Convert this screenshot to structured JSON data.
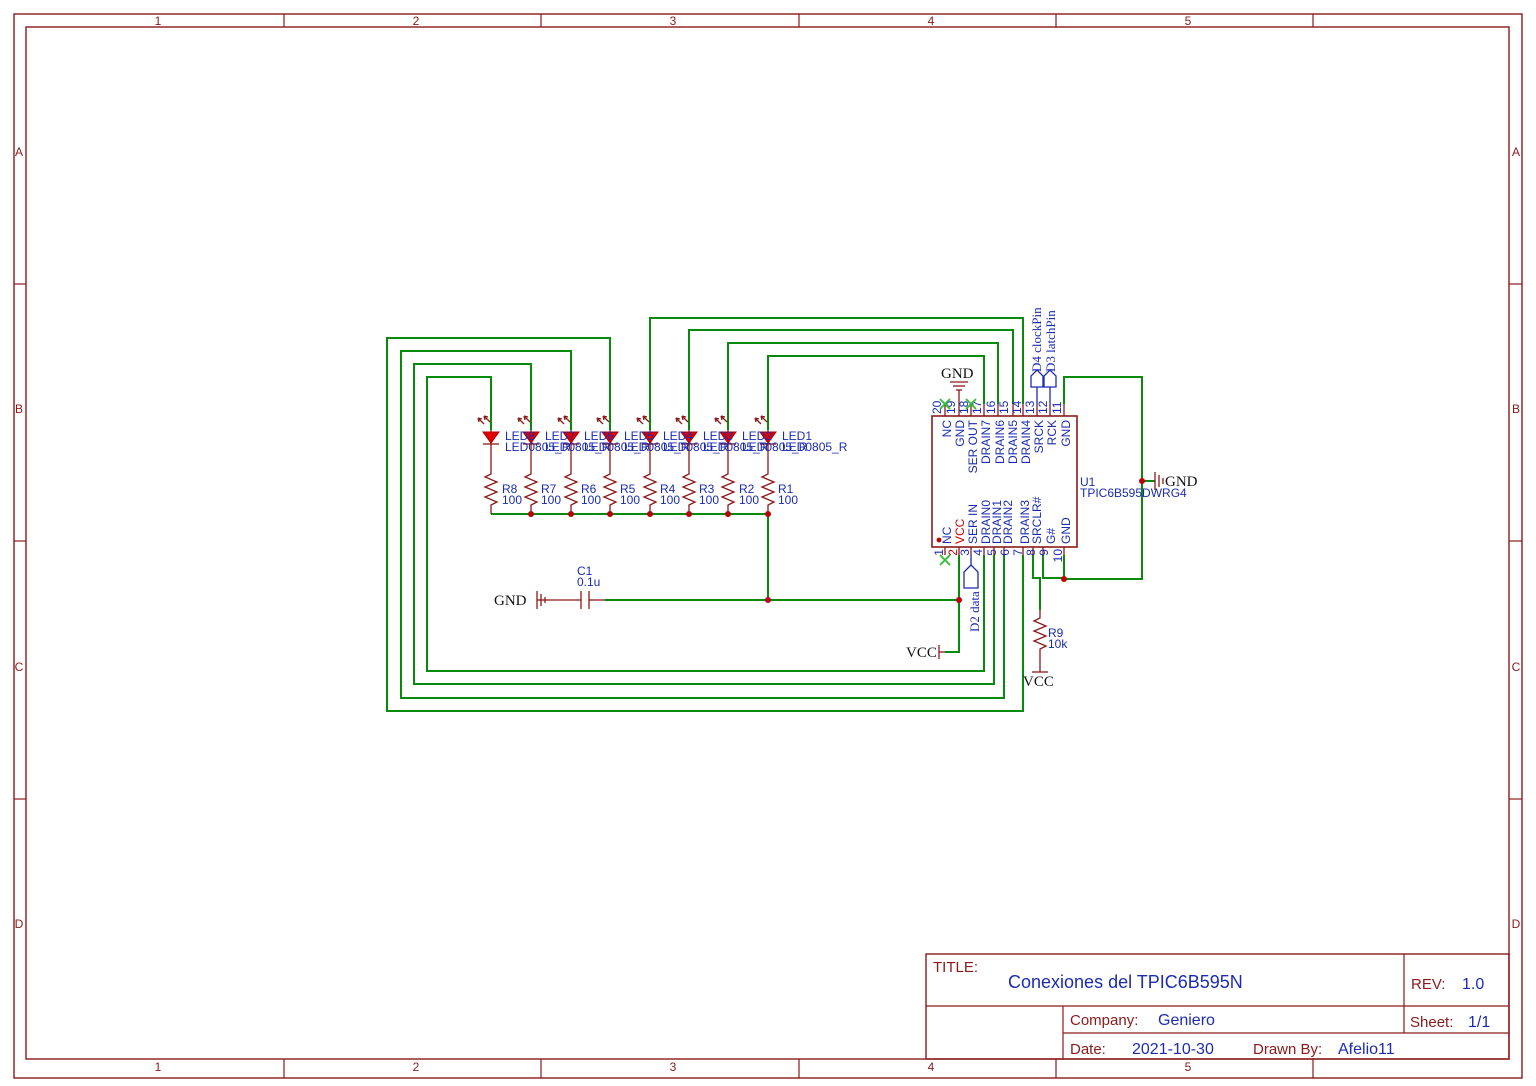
{
  "frame": {
    "columns": [
      "1",
      "2",
      "3",
      "4",
      "5"
    ],
    "rows": [
      "A",
      "B",
      "C",
      "D"
    ]
  },
  "power": {
    "gnd": "GND",
    "vcc": "VCC"
  },
  "leds": [
    {
      "ref": "LED8",
      "value": "LED0805_R"
    },
    {
      "ref": "LED7",
      "value": "LED0805_R"
    },
    {
      "ref": "LED6",
      "value": "LED0805_R"
    },
    {
      "ref": "LED5",
      "value": "LED0805_R"
    },
    {
      "ref": "LED4",
      "value": "LED0805_R"
    },
    {
      "ref": "LED3",
      "value": "LED0805_R"
    },
    {
      "ref": "LED2",
      "value": "LED0805_R"
    },
    {
      "ref": "LED1",
      "value": "LED0805_R"
    }
  ],
  "resistors": [
    {
      "ref": "R8",
      "value": "100"
    },
    {
      "ref": "R7",
      "value": "100"
    },
    {
      "ref": "R6",
      "value": "100"
    },
    {
      "ref": "R5",
      "value": "100"
    },
    {
      "ref": "R4",
      "value": "100"
    },
    {
      "ref": "R3",
      "value": "100"
    },
    {
      "ref": "R2",
      "value": "100"
    },
    {
      "ref": "R1",
      "value": "100"
    }
  ],
  "pullup": {
    "ref": "R9",
    "value": "10k"
  },
  "capacitor": {
    "ref": "C1",
    "value": "0.1u"
  },
  "ic": {
    "ref": "U1",
    "part": "TPIC6B595DWRG4",
    "top_pins": [
      {
        "num": "20",
        "name": "NC"
      },
      {
        "num": "19",
        "name": "GND"
      },
      {
        "num": "18",
        "name": "SER OUT"
      },
      {
        "num": "17",
        "name": "DRAIN7"
      },
      {
        "num": "16",
        "name": "DRAIN6"
      },
      {
        "num": "15",
        "name": "DRAIN5"
      },
      {
        "num": "14",
        "name": "DRAIN4"
      },
      {
        "num": "13",
        "name": "SRCK"
      },
      {
        "num": "12",
        "name": "RCK"
      },
      {
        "num": "11",
        "name": "GND"
      }
    ],
    "bottom_pins": [
      {
        "num": "1",
        "name": "NC"
      },
      {
        "num": "2",
        "name": "VCC"
      },
      {
        "num": "3",
        "name": "SER IN"
      },
      {
        "num": "4",
        "name": "DRAIN0"
      },
      {
        "num": "5",
        "name": "DRAIN1"
      },
      {
        "num": "6",
        "name": "DRAIN2"
      },
      {
        "num": "7",
        "name": "DRAIN3"
      },
      {
        "num": "8",
        "name": "SRCLR#"
      },
      {
        "num": "9",
        "name": "G#"
      },
      {
        "num": "10",
        "name": "GND"
      }
    ]
  },
  "nets": {
    "clock": "D4 clockPin",
    "latch": "D3 latchPin",
    "data": "D2 data"
  },
  "title_block": {
    "title_label": "TITLE:",
    "title": "Conexiones del TPIC6B595N",
    "rev_label": "REV:",
    "rev": "1.0",
    "company_label": "Company:",
    "company": "Geniero",
    "sheet_label": "Sheet:",
    "sheet": "1/1",
    "date_label": "Date:",
    "date": "2021-10-30",
    "drawn_label": "Drawn By:",
    "drawn_by": "Afelio11"
  }
}
